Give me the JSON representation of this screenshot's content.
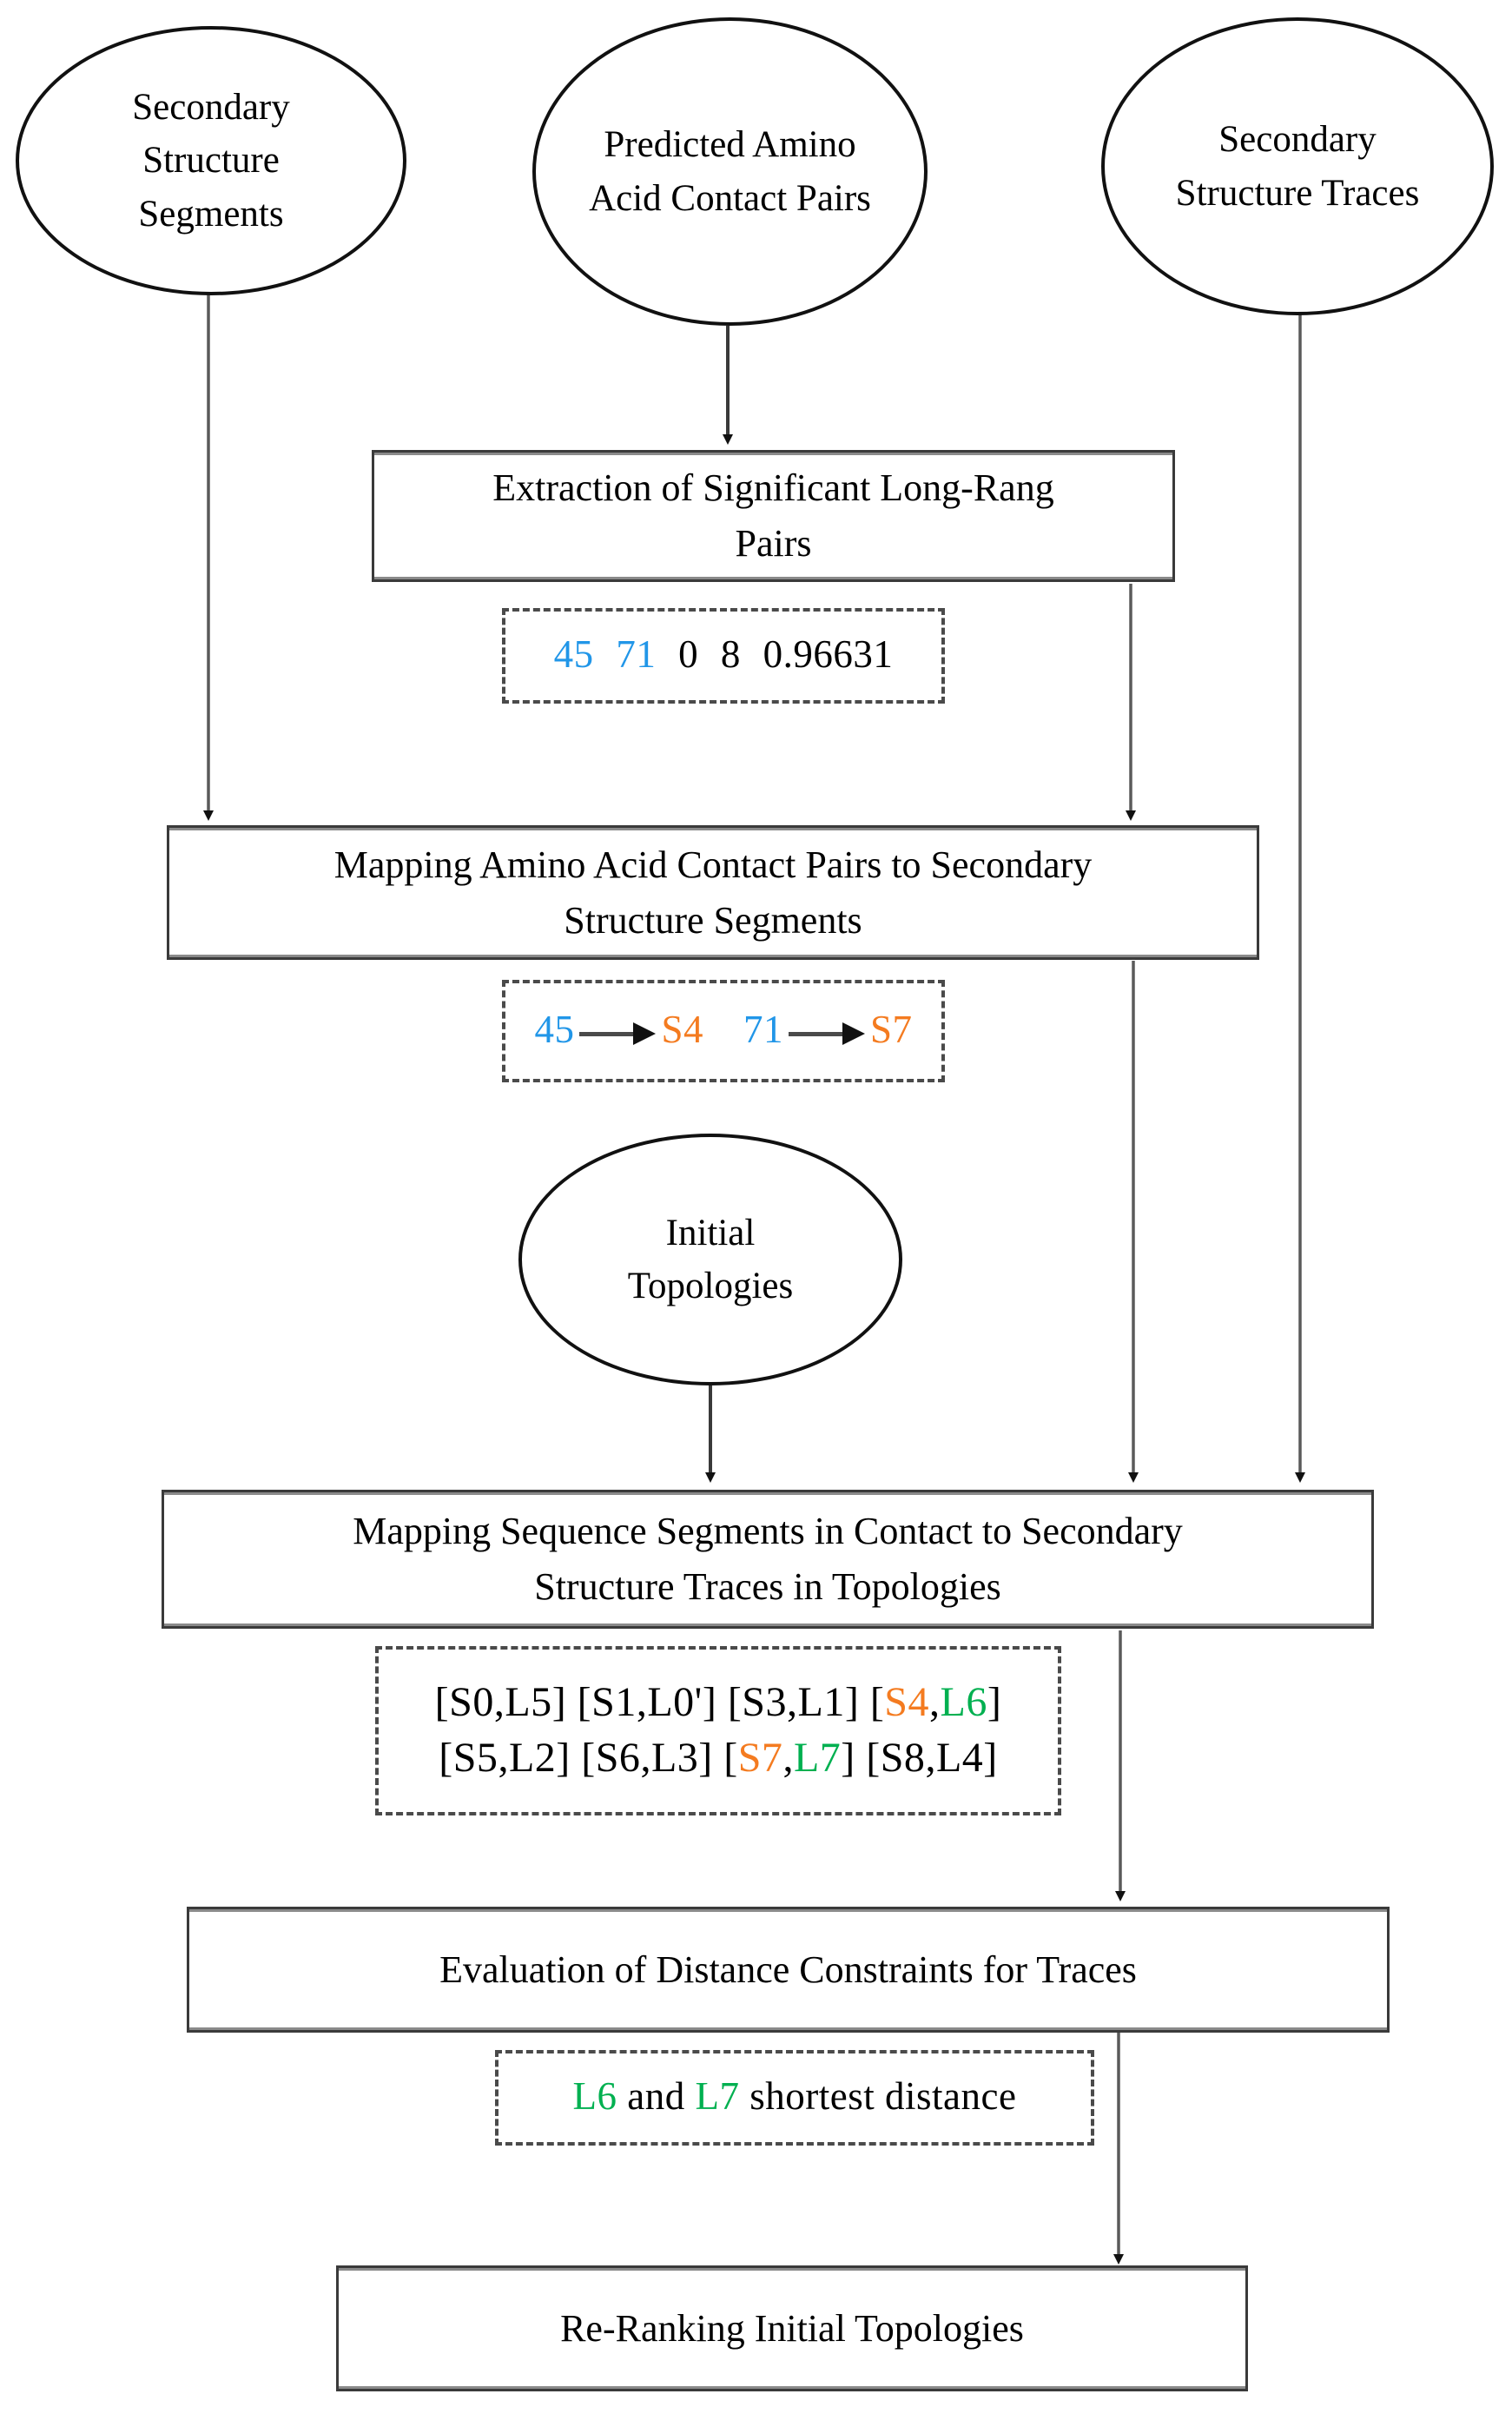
{
  "diagram": {
    "title": "Protein Topology Re-Ranking Flowchart",
    "colors": {
      "blue": "#2196e8",
      "orange": "#f47b20",
      "green": "#00b050",
      "black": "#000000",
      "outline": "#111111",
      "box_border": "#3a3a3a",
      "dash_border": "#4a4a4a",
      "background": "#ffffff"
    }
  },
  "inputs": [
    {
      "id": "secondary-structure-segments",
      "shape": "ellipse",
      "line1": "Secondary",
      "line2": "Structure",
      "line3": "Segments"
    },
    {
      "id": "predicted-amino-acid-contact-pairs",
      "shape": "ellipse",
      "line1": "Predicted Amino",
      "line2": "Acid Contact Pairs",
      "line3": ""
    },
    {
      "id": "secondary-structure-traces",
      "shape": "ellipse",
      "line1": "Secondary",
      "line2": "Structure Traces",
      "line3": ""
    },
    {
      "id": "initial-topologies",
      "shape": "ellipse",
      "line1": "Initial",
      "line2": "Topologies",
      "line3": ""
    }
  ],
  "processes": [
    {
      "id": "extraction-long-range-pairs",
      "line1": "Extraction of Significant Long-Rang",
      "line2": "Pairs"
    },
    {
      "id": "mapping-contact-pairs-to-segments",
      "line1": "Mapping Amino Acid Contact Pairs to Secondary",
      "line2": "Structure Segments"
    },
    {
      "id": "mapping-segments-to-traces",
      "line1": "Mapping Sequence Segments in Contact to Secondary",
      "line2": "Structure Traces in Topologies"
    },
    {
      "id": "evaluation-distance-constraints",
      "line1": "Evaluation of Distance Constraints for Traces",
      "line2": ""
    },
    {
      "id": "re-ranking-initial-topologies",
      "line1": "Re-Ranking Initial Topologies",
      "line2": ""
    }
  ],
  "data_examples": {
    "contact_pair_record": {
      "residue_i": "45",
      "residue_j": "71",
      "lower_bound": "0",
      "upper_bound": "8",
      "confidence": "0.96631"
    },
    "residue_to_segment": {
      "map1_from": "45",
      "map1_to": "S4",
      "map2_from": "71",
      "map2_to": "S7"
    },
    "segment_trace_assignments": {
      "row1": [
        {
          "segment": "S0",
          "trace": "L5",
          "highlight": false
        },
        {
          "segment": "S1",
          "trace": "L0'",
          "highlight": false
        },
        {
          "segment": "S3",
          "trace": "L1",
          "highlight": false
        },
        {
          "segment": "S4",
          "trace": "L6",
          "highlight": true
        }
      ],
      "row2": [
        {
          "segment": "S5",
          "trace": "L2",
          "highlight": false
        },
        {
          "segment": "S6",
          "trace": "L3",
          "highlight": false
        },
        {
          "segment": "S7",
          "trace": "L7",
          "highlight": true
        },
        {
          "segment": "S8",
          "trace": "L4",
          "highlight": false
        }
      ]
    },
    "distance_result": {
      "trace_a": "L6",
      "conjunction": "and",
      "trace_b": "L7",
      "text": "shortest distance"
    }
  }
}
